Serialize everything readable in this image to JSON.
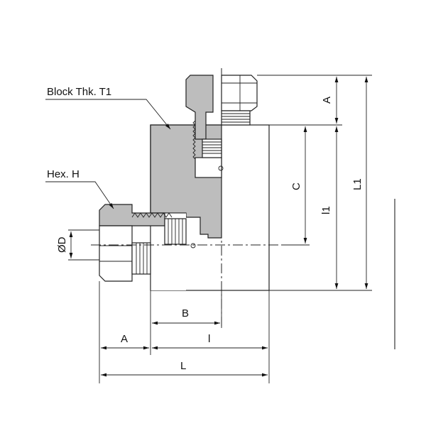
{
  "labels": {
    "block_thickness": "Block Thk. T1",
    "hex": "Hex. H",
    "diameter": "ØD"
  },
  "dimensions": {
    "a_top": "A",
    "c": "C",
    "l1_inner": "l1",
    "l1_outer": "L1",
    "b": "B",
    "a_bottom": "A",
    "l_inner": "l",
    "l_outer": "L"
  }
}
